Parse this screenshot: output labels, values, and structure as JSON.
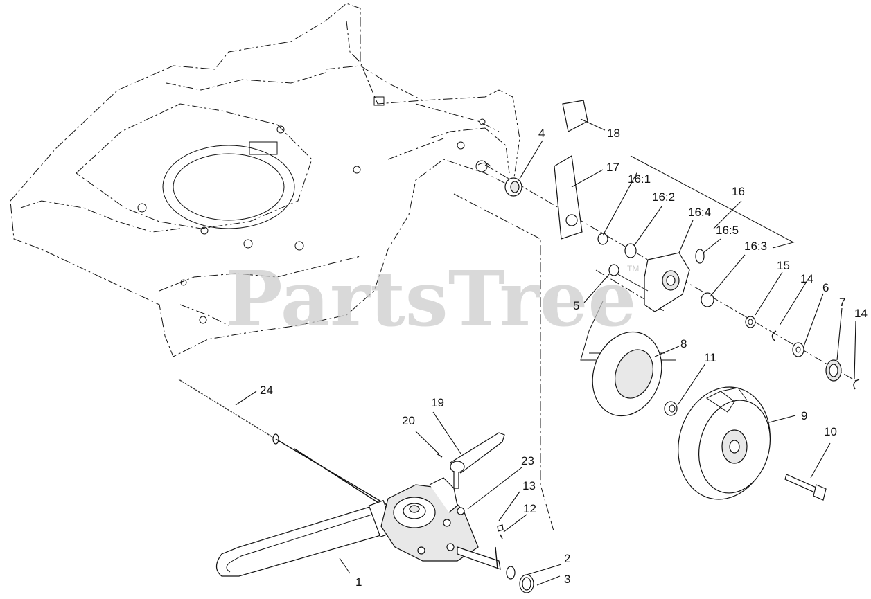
{
  "watermark": {
    "text": "PartsTree",
    "trademark": "TM"
  },
  "labels": {
    "p1": "1",
    "p2": "2",
    "p3": "3",
    "p4": "4",
    "p5": "5",
    "p6": "6",
    "p7": "7",
    "p8": "8",
    "p9": "9",
    "p10": "10",
    "p11": "11",
    "p12": "12",
    "p13": "13",
    "p14a": "14",
    "p14b": "14",
    "p15": "15",
    "p16": "16",
    "p16_1": "16:1",
    "p16_2": "16:2",
    "p16_3": "16:3",
    "p16_4": "16:4",
    "p16_5": "16:5",
    "p17": "17",
    "p18": "18",
    "p19": "19",
    "p20": "20",
    "p23": "23",
    "p24": "24"
  }
}
